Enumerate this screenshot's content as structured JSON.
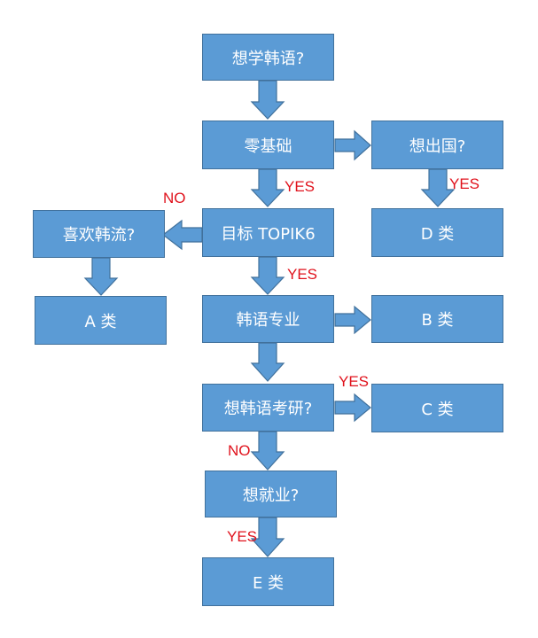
{
  "nodes": {
    "want_korean": "想学韩语?",
    "zero_basis": "零基础",
    "want_abroad": "想出国?",
    "like_hallyu": "喜欢韩流?",
    "target_topik": "目标 TOPIK6",
    "class_d": "D 类",
    "class_a": "A 类",
    "korean_major": "韩语专业",
    "class_b": "B 类",
    "grad_exam": "想韩语考研?",
    "class_c": "C 类",
    "want_job": "想就业?",
    "class_e": "E 类"
  },
  "labels": {
    "yes_1": "YES",
    "yes_2": "YES",
    "no_1": "NO",
    "yes_3": "YES",
    "yes_4": "YES",
    "no_2": "NO",
    "yes_5": "YES"
  },
  "colors": {
    "box_fill": "#5b9bd5",
    "box_border": "#41719c",
    "label_red": "#e0121c"
  }
}
